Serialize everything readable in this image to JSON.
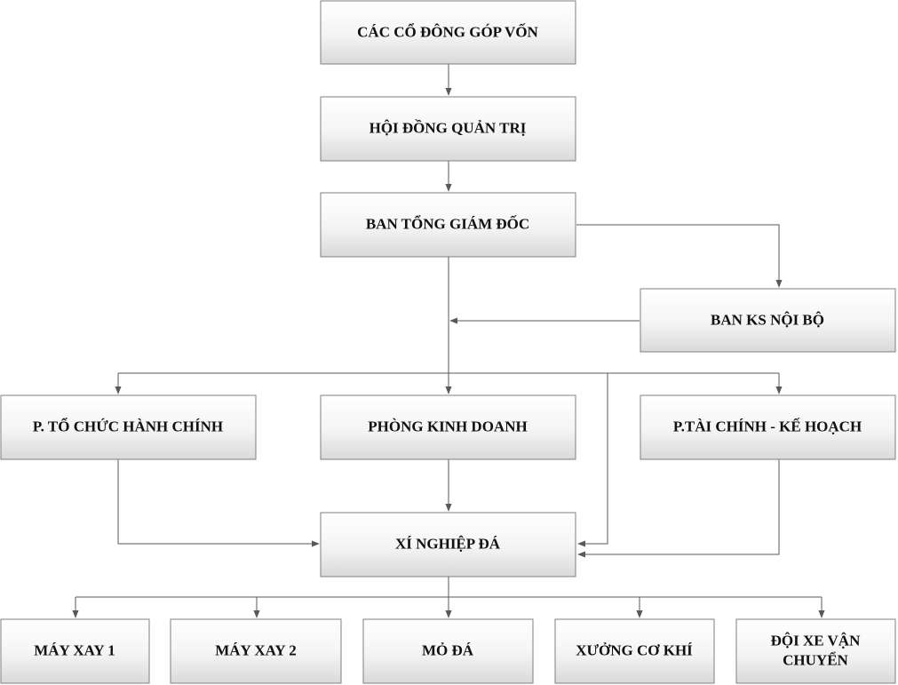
{
  "diagram": {
    "type": "org-chart",
    "nodes": {
      "shareholders": "CÁC CỔ ĐÔNG GÓP VỐN",
      "board": "HỘI ĐỒNG QUẢN TRỊ",
      "executive": "BAN TỔNG GIÁM ĐỐC",
      "audit": "BAN KS NỘI BỘ",
      "admin": "P. TỔ CHỨC HÀNH CHÍNH",
      "sales": "PHÒNG KINH DOANH",
      "finance": "P.TÀI CHÍNH - KẾ HOẠCH",
      "quarry_enterprise": "XÍ NGHIỆP ĐÁ",
      "crusher1": "MÁY XAY 1",
      "crusher2": "MÁY XAY 2",
      "quarry": "MỎ ĐÁ",
      "workshop": "XƯỞNG CƠ KHÍ",
      "transport": [
        "ĐỘI XE VẬN",
        "CHUYỂN"
      ]
    },
    "edges": [
      [
        "shareholders",
        "board"
      ],
      [
        "board",
        "executive"
      ],
      [
        "executive",
        "audit"
      ],
      [
        "audit",
        "executive"
      ],
      [
        "executive",
        "admin"
      ],
      [
        "executive",
        "sales"
      ],
      [
        "executive",
        "finance"
      ],
      [
        "executive",
        "quarry_enterprise"
      ],
      [
        "admin",
        "quarry_enterprise"
      ],
      [
        "sales",
        "quarry_enterprise"
      ],
      [
        "finance",
        "quarry_enterprise"
      ],
      [
        "quarry_enterprise",
        "crusher1"
      ],
      [
        "quarry_enterprise",
        "crusher2"
      ],
      [
        "quarry_enterprise",
        "quarry"
      ],
      [
        "quarry_enterprise",
        "workshop"
      ],
      [
        "quarry_enterprise",
        "transport"
      ]
    ],
    "colors": {
      "box_top": "#ffffff",
      "box_bottom": "#d9d9d9",
      "box_border": "#7f7f7f",
      "line": "#595959",
      "text": "#111111"
    }
  }
}
